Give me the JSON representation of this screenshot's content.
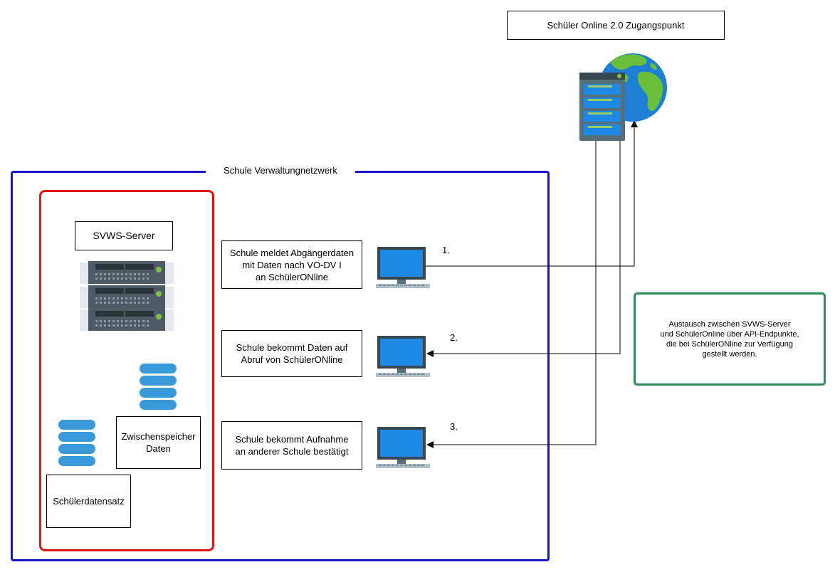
{
  "access_point": {
    "title": "Schüler Online 2.0 Zugangspunkt"
  },
  "network": {
    "label": "Schule Verwaltungnetzwerk"
  },
  "svws": {
    "title": "SVWS-Server",
    "cache_label": "Zwischenspeicher\nDaten",
    "student_label": "Schülerdatensatz"
  },
  "steps": [
    {
      "number": "1.",
      "text": "Schule meldet Abgängerdaten\nmit Daten nach VO-DV I\nan SchülerONline"
    },
    {
      "number": "2.",
      "text": "Schule bekommt Daten auf\nAbruf von SchülerONline"
    },
    {
      "number": "3.",
      "text": "Schule bekommt Aufnahme\nan anderer Schule bestätigt"
    }
  ],
  "note": {
    "text": "Austausch zwischen SVWS-Server\nund SchülerOnline über API-Endpunkte,\ndie bei SchülerONline zur Verfügung\ngestellt werden."
  },
  "colors": {
    "network_border": "#1515cc",
    "server_border": "#dd1515",
    "note_border": "#2e8b57",
    "database": "#3a9ad9",
    "monitor_screen": "#1e88e5",
    "globe_land": "#6abf3a",
    "globe_sea": "#1e7fd6"
  },
  "icons": [
    "globe-server-icon",
    "server-rack-icon",
    "database-icon",
    "computer-icon"
  ]
}
